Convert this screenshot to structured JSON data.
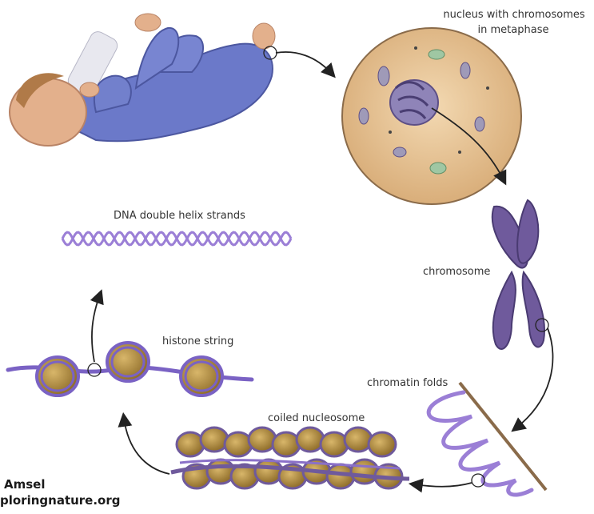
{
  "labels": {
    "nucleus_line1": "nucleus with chromosomes",
    "nucleus_line2": "in metaphase",
    "chromosome": "chromosome",
    "chromatin": "chromatin folds",
    "coiled": "coiled nucleosome",
    "histone": "histone string",
    "dna": "DNA double helix strands"
  },
  "credit": {
    "line1": "Amsel",
    "line2": "ploringnature.org"
  },
  "colors": {
    "dna_purple": "#9b7fd6",
    "chromosome_purple": "#6f5a9c",
    "histone_gold": "#b08d3e",
    "nucleus_fill": "#e9c79d",
    "baby_suit": "#6b79c9",
    "skin": "#e3b08c"
  }
}
